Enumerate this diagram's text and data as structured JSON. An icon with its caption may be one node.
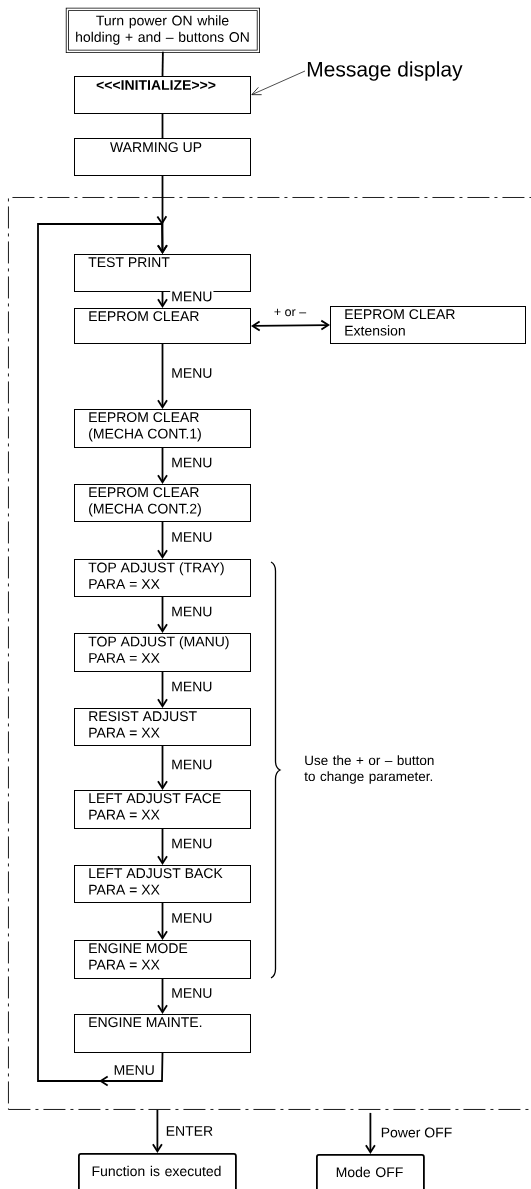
{
  "diagram": {
    "nodes": [
      {
        "text": [
          "Turn power ON while holding + and – buttons ON"
        ]
      },
      {
        "text": [
          "<<<INITIALIZE>>>"
        ]
      },
      {
        "text": [
          "WARMING UP"
        ]
      },
      {
        "text": [],
        "shape": "box"
      },
      {
        "text": [
          "TEST PRINT"
        ],
        "in": 3
      },
      {
        "text": [
          "EEPROM CLEAR"
        ],
        "in": 3
      },
      {
        "text": [
          "EEPROM CLEAR",
          "Extension"
        ],
        "in": 3
      },
      {
        "text": [
          "EEPROM CLEAR",
          "(MECHA CONT.1)"
        ],
        "in": 3
      },
      {
        "text": [
          "EEPROM CLEAR",
          "(MECHA CONT.2)"
        ],
        "in": 3
      },
      {
        "text": [
          "TOP ADJUST (TRAY)",
          "PARA = XX"
        ],
        "in": 3
      },
      {
        "text": [
          "TOP ADJUST (MANU)",
          "PARA = XX"
        ],
        "in": 3
      },
      {
        "text": [
          "RESIST ADJUST",
          "PARA = XX"
        ],
        "in": 3
      },
      {
        "text": [
          "LEFT ADJUST FACE",
          "PARA = XX"
        ],
        "in": 3
      },
      {
        "text": [
          "LEFT ADJUST BACK",
          "PARA = XX"
        ],
        "in": 3
      },
      {
        "text": [
          "ENGINE MODE",
          "PARA = XX"
        ],
        "in": 3
      },
      {
        "text": [
          "ENGINE MAINTE."
        ],
        "in": 3
      },
      {
        "text": [
          "Function is executed"
        ]
      },
      {
        "text": [
          "Mode OFF"
        ]
      },
      {
        "text": [
          "Message display"
        ]
      }
    ],
    "edges": [
      {
        "from": 0,
        "to": 1,
        "arrow": "none"
      },
      {
        "from": 1,
        "to": 2,
        "arrow": "none"
      },
      {
        "from": 2,
        "to": 4,
        "arrow": "to"
      },
      {
        "from": 4,
        "to": 5,
        "arrow": "to",
        "label": "MENU"
      },
      {
        "from": 5,
        "to": 6,
        "arrow": "both",
        "label": "+ or –"
      },
      {
        "from": 5,
        "to": 7,
        "arrow": "to",
        "label": "MENU"
      },
      {
        "from": 7,
        "to": 8,
        "arrow": "to",
        "label": "MENU"
      },
      {
        "from": 8,
        "to": 9,
        "arrow": "to",
        "label": "MENU"
      },
      {
        "from": 9,
        "to": 10,
        "arrow": "to",
        "label": "MENU"
      },
      {
        "from": 10,
        "to": 11,
        "arrow": "to",
        "label": "MENU"
      },
      {
        "from": 11,
        "to": 12,
        "arrow": "to",
        "label": "MENU"
      },
      {
        "from": 12,
        "to": 13,
        "arrow": "to",
        "label": "MENU"
      },
      {
        "from": 13,
        "to": 14,
        "arrow": "to",
        "label": "MENU"
      },
      {
        "from": 14,
        "to": 15,
        "arrow": "to",
        "label": "MENU"
      },
      {
        "from": 15,
        "to": 4,
        "arrow": "to",
        "label": "MENU"
      },
      {
        "from": 3,
        "to": 16,
        "arrow": "to",
        "label": "ENTER"
      },
      {
        "from": 3,
        "to": 17,
        "arrow": "to",
        "label": "Power OFF"
      },
      {
        "from": 18,
        "to": 1,
        "arrow": "to"
      }
    ],
    "labels": [
      "Use the + or – button to change parameter."
    ]
  }
}
